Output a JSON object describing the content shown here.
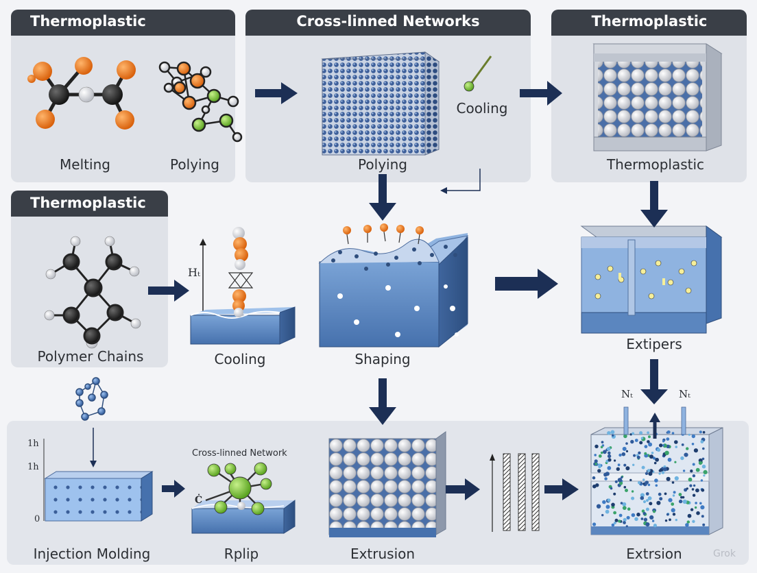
{
  "panels": {
    "top_left": {
      "header": "Thermoplastic",
      "label_1": "Melting",
      "label_2": "Polying"
    },
    "top_middle": {
      "header": "Cross-linned Networks",
      "label_1": "Polying",
      "label_2": "Cooling"
    },
    "top_right": {
      "header": "Thermoplastic",
      "label_1": "Thermoplastic"
    },
    "middle_left": {
      "header": "Thermoplastic",
      "label_1": "Polymer Chains"
    }
  },
  "middle_row": {
    "cooling_label": "Cooling",
    "shaping_label": "Shaping",
    "extipers_label": "Extipers",
    "axis_label": "Hₜ"
  },
  "bottom_row": {
    "axis_ticks": [
      "1h",
      "1h",
      "0"
    ],
    "injection_label": "Injection Molding",
    "network_caption": "Cross-linned Network",
    "network_letter": "Ċ",
    "rplip_label": "Rplip",
    "extrusion_label": "Extrusion",
    "extrsion_label": "Extrsion",
    "n_left": "Nₜ",
    "n_right": "Nₜ"
  },
  "watermark": "Grok",
  "colors": {
    "header_bg": "#3a3f47",
    "panel_bg": "#dfe2e8",
    "arrow": "#1c2f55",
    "block_blue": "#5b86bf",
    "orange_atom": "#e8761c",
    "green_atom": "#7cc23a",
    "dark_atom": "#2a2a2a"
  }
}
